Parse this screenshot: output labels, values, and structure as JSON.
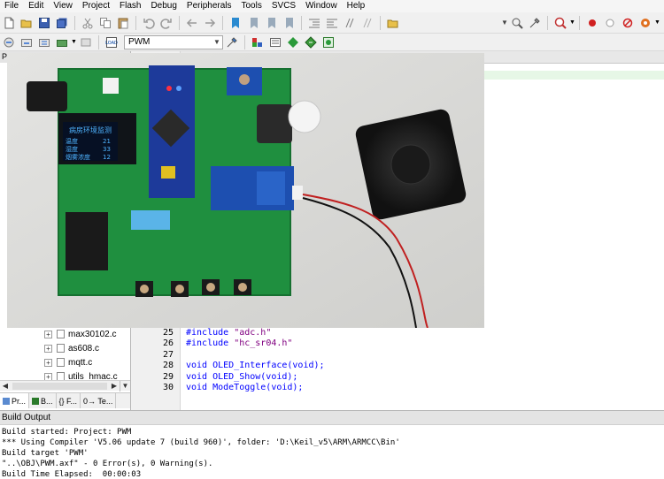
{
  "menu": [
    "File",
    "Edit",
    "View",
    "Project",
    "Flash",
    "Debug",
    "Peripherals",
    "Tools",
    "SVCS",
    "Window",
    "Help"
  ],
  "toolbar": {
    "target_name": "PWM"
  },
  "project_panel": {
    "title": "Pr",
    "files": [
      "max30102.c",
      "as608.c",
      "mqtt.c",
      "utils_hmac.c"
    ],
    "tabs": [
      "Pr...",
      "B...",
      "{} F...",
      "0→ Te..."
    ]
  },
  "editor": {
    "lines": [
      {
        "num": "25",
        "directive": "#include",
        "arg": "\"adc.h\""
      },
      {
        "num": "26",
        "directive": "#include",
        "arg": "\"hc_sr04.h\""
      },
      {
        "num": "27",
        "code": ""
      },
      {
        "num": "28",
        "code": "void OLED_Interface(void);"
      },
      {
        "num": "29",
        "code": "void OLED_Show(void);"
      },
      {
        "num": "30",
        "code": "void ModeToggle(void);"
      }
    ]
  },
  "oled_screen": {
    "title": "病房环境监测",
    "rows": [
      {
        "label": "温度",
        "value": "21"
      },
      {
        "label": "湿度",
        "value": "33"
      },
      {
        "label": "烟雾浓度",
        "value": "12"
      }
    ]
  },
  "build_output": {
    "title": "Build Output",
    "lines": [
      "Build started: Project: PWM",
      "*** Using Compiler 'V5.06 update 7 (build 960)', folder: 'D:\\Keil_v5\\ARM\\ARMCC\\Bin'",
      "Build target 'PWM'",
      "\"..\\OBJ\\PWM.axf\" - 0 Error(s), 0 Warning(s).",
      "Build Time Elapsed:  00:00:03"
    ]
  }
}
